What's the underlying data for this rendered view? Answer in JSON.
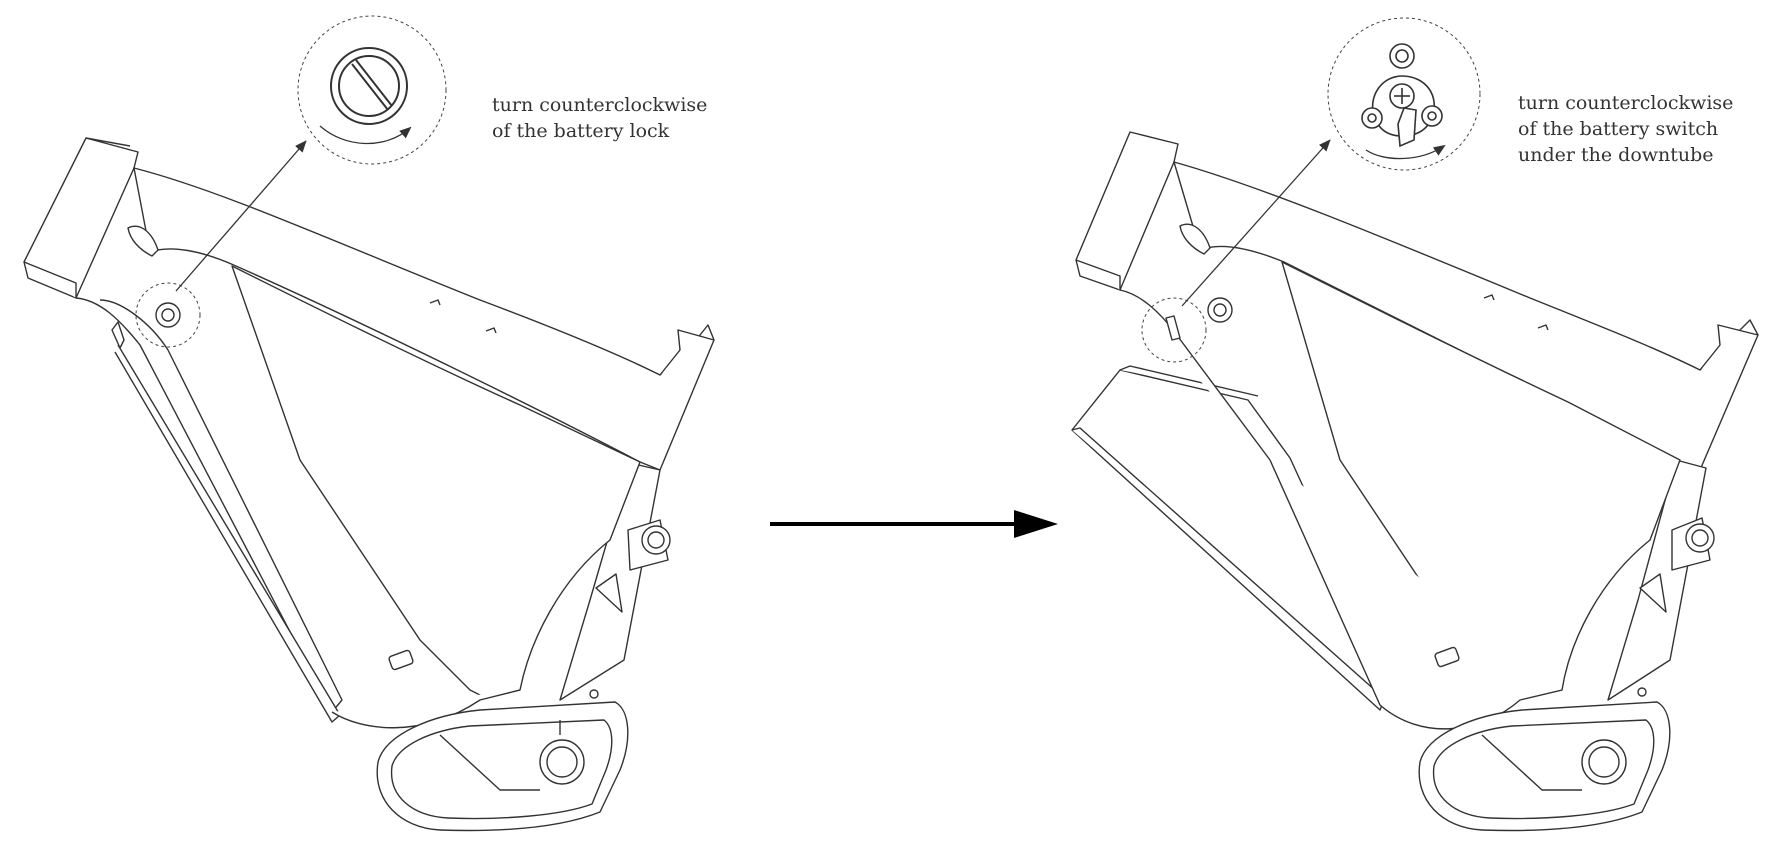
{
  "colors": {
    "line": "#333333",
    "fill": "#ffffff",
    "arrow": "#000000"
  },
  "steps": [
    {
      "callout_icon": "battery-lock-icon",
      "note_lines": [
        "turn counterclockwise",
        "of the battery lock"
      ]
    },
    {
      "callout_icon": "battery-switch-icon",
      "note_lines": [
        "turn counterclockwise",
        "of the battery switch",
        "under the downtube"
      ]
    }
  ]
}
